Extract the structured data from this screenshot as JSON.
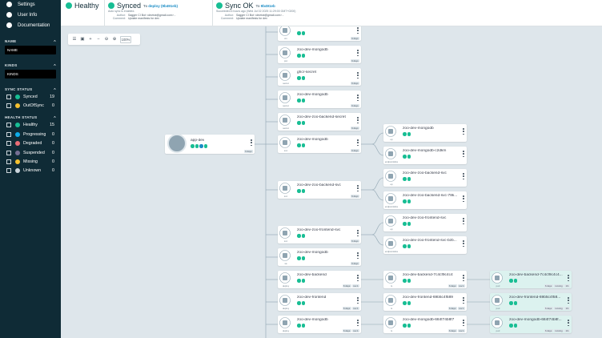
{
  "sidebar": {
    "nav": [
      "Settings",
      "User Info",
      "Documentation"
    ],
    "name_label": "NAME",
    "name_placeholder": "NAME",
    "kinds_label": "KINDS",
    "kinds_placeholder": "KINDS",
    "sync_label": "SYNC STATUS",
    "sync_items": [
      {
        "label": "Synced",
        "count": "19",
        "color": "#18be94"
      },
      {
        "label": "OutOfSync",
        "count": "0",
        "color": "#f4c030"
      }
    ],
    "health_label": "HEALTH STATUS",
    "health_items": [
      {
        "label": "Healthy",
        "count": "15",
        "color": "#18be94"
      },
      {
        "label": "Progressing",
        "count": "0",
        "color": "#0dadea"
      },
      {
        "label": "Degraded",
        "count": "0",
        "color": "#e96d76"
      },
      {
        "label": "Suspended",
        "count": "0",
        "color": "#766f94"
      },
      {
        "label": "Missing",
        "count": "0",
        "color": "#f4c030"
      },
      {
        "label": "Unknown",
        "count": "0",
        "color": "#ccd6dd"
      }
    ]
  },
  "top": {
    "health": "Healthy",
    "sync": {
      "title": "Synced",
      "to": "To",
      "rev": "deploy (9b491eb)",
      "auto": "Auto sync is enabled.",
      "author_k": "Author:",
      "author_v": "Sagger CI Bot <devbot@gmail.com> -",
      "comment_k": "Comment:",
      "comment_v": "Update manifests for dev"
    },
    "op": {
      "title": "Sync OK",
      "to": "To",
      "rev": "9b491eb",
      "when": "Succeeded 6 hours ago (Wed Jul 02 2025 11:29:00 GMT+0200)",
      "author_k": "Author:",
      "author_v": "Sagger CI Bot <devbot@gmail.com> -",
      "comment_k": "Comment:",
      "comment_v": "Update manifests for dev"
    }
  },
  "toolbar": {
    "zoom": "100%"
  },
  "app": {
    "name": "app-dev",
    "age": "6 days"
  },
  "nodes": [
    {
      "name": "",
      "kind": "cm",
      "age": "6 days"
    },
    {
      "name": "zoo-dev-mongodb",
      "kind": "pvc",
      "age": "6 days"
    },
    {
      "name": "ghcr-secret",
      "kind": "secret",
      "age": "6 days"
    },
    {
      "name": "zoo-dev-mongodb",
      "kind": "secret",
      "age": "6 days"
    },
    {
      "name": "zoo-dev-zoo-backend-secret",
      "kind": "secret",
      "age": "6 days"
    },
    {
      "name": "zoo-dev-mongodb",
      "kind": "svc",
      "age": "6 days"
    },
    {
      "name": "zoo-dev-zoo-backend-svc",
      "kind": "svc",
      "age": "6 days"
    },
    {
      "name": "zoo-dev-zoo-frontend-svc",
      "kind": "svc",
      "age": "6 days"
    },
    {
      "name": "zoo-dev-mongodb",
      "kind": "sa",
      "age": "6 days"
    },
    {
      "name": "zoo-dev-backend",
      "kind": "deploy",
      "age": "6 days",
      "rev": "rev:1"
    },
    {
      "name": "zoo-dev-frontend",
      "kind": "deploy",
      "age": "6 days",
      "rev": "rev:1"
    },
    {
      "name": "zoo-dev-mongodb",
      "kind": "deploy",
      "age": "6 days",
      "rev": "rev:1"
    }
  ],
  "children": [
    {
      "name": "zoo-dev-mongodb",
      "kind": "ep"
    },
    {
      "name": "zoo-dev-mongodb-c2dkm",
      "kind": "endpointslice"
    },
    {
      "name": "zoo-dev-zoo-backend-svc",
      "kind": "ep"
    },
    {
      "name": "zoo-dev-zoo-backend-svc-78k...",
      "kind": "endpointslice"
    },
    {
      "name": "zoo-dev-zoo-frontend-svc",
      "kind": "ep"
    },
    {
      "name": "zoo-dev-zoo-frontend-svc-bzb...",
      "kind": "endpointslice"
    },
    {
      "name": "zoo-dev-backend-7c4cf9c4c4",
      "kind": "rs",
      "age": "6 days",
      "rev": "rev:1"
    },
    {
      "name": "zoo-dev-frontend-69b5c4f589",
      "kind": "rs",
      "age": "6 days",
      "rev": "rev:1"
    },
    {
      "name": "zoo-dev-mongodb-684f74b8f7",
      "kind": "rs",
      "age": "6 days",
      "rev": "rev:1"
    }
  ],
  "pods": [
    {
      "name": "zoo-dev-backend-7c4cf9c4c4...",
      "kind": "pod",
      "age": "6 days",
      "status": "running",
      "ready": "1/1"
    },
    {
      "name": "zoo-dev-frontend-69b5c4f58...",
      "kind": "pod",
      "age": "6 days",
      "status": "running",
      "ready": "1/1"
    },
    {
      "name": "zoo-dev-mongodb-684f74b8f...",
      "kind": "pod",
      "age": "6 days",
      "status": "running",
      "ready": "1/1"
    }
  ]
}
